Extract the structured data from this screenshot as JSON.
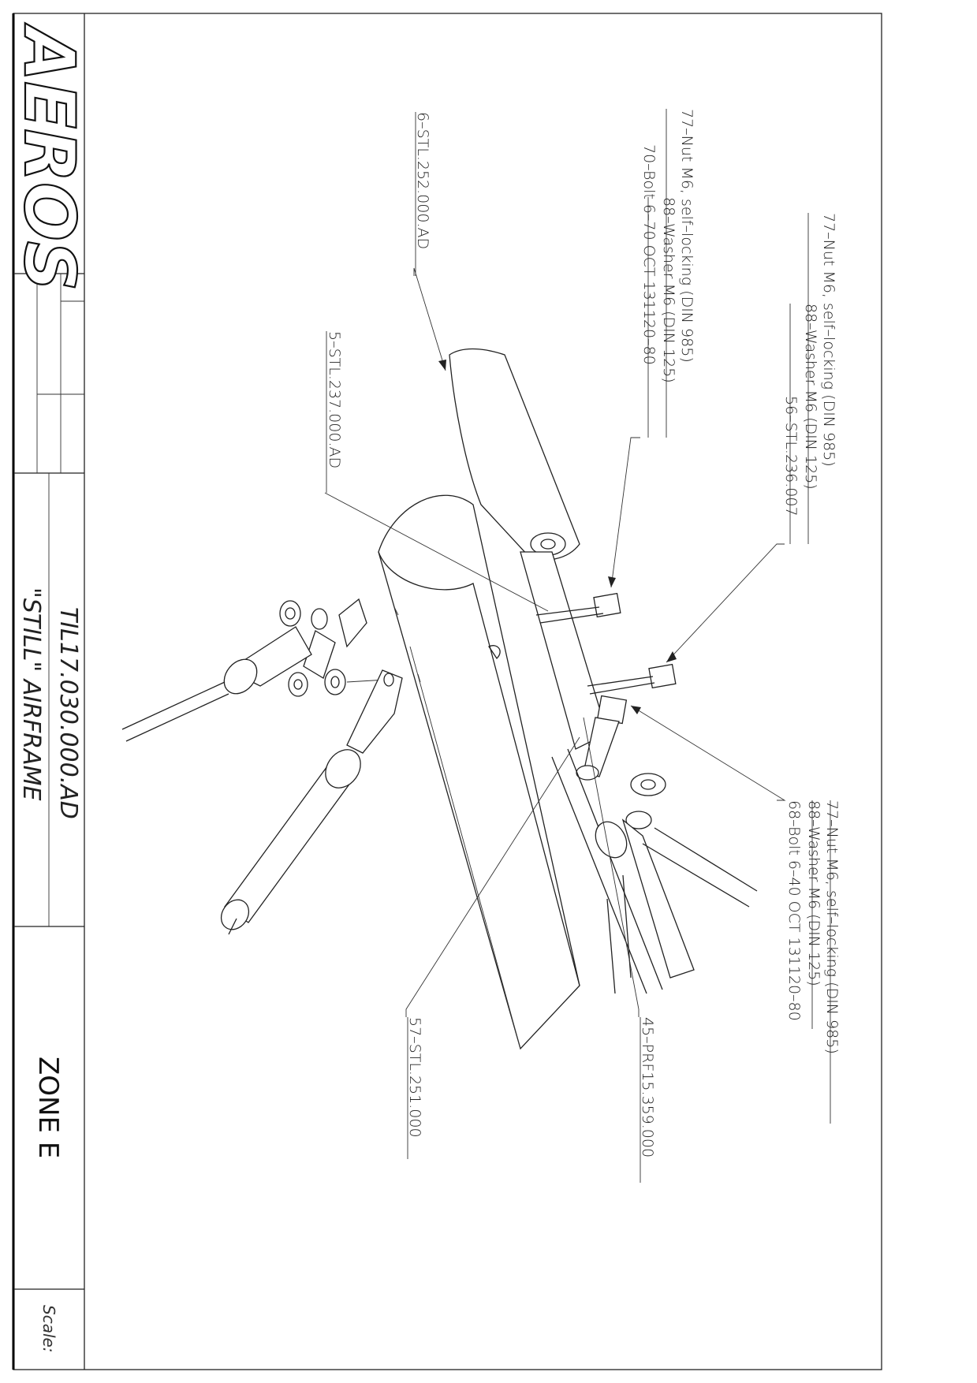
{
  "title_block": {
    "logo": "AEROS",
    "drawing_number": "TIL17.030.000.AD",
    "drawing_title": "\"STILL\" AIRFRAME",
    "zone": "ZONE E",
    "scale_label": "Scale:"
  },
  "callouts": {
    "group_top_right": [
      "77–Nut M6, self–locking (DIN 985)",
      "88–Washer M6 (DIN 125)",
      "56–STL.236.007"
    ],
    "group_top_left": [
      "77–Nut M6, self–locking (DIN 985)",
      "88–Washer M6 (DIN 125)",
      "70–Bolt 6–70 OCT 131120–80"
    ],
    "part_6": "6–STL.252.000.AD",
    "part_5": "5–STL.237.000.AD",
    "group_bottom_right": [
      "77–Nut M6, self–locking (DIN 985)",
      "88–Washer M6 (DIN 125)",
      "68–Bolt 6–40 OCT 131120–80"
    ],
    "part_45": "45–PRF15.359.000",
    "part_57": "57–STL.251.000"
  }
}
